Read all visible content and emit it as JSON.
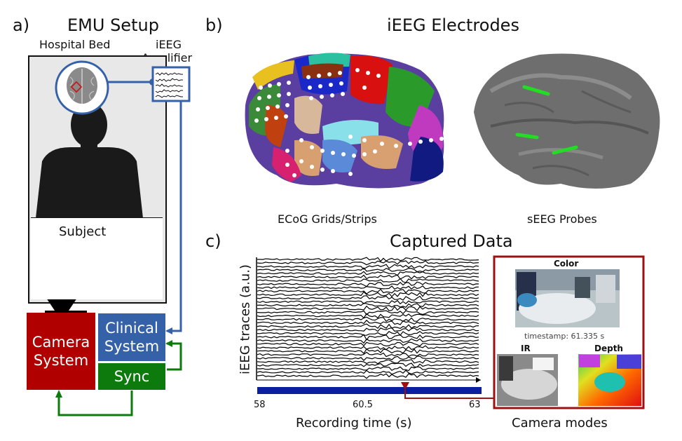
{
  "panel_a": {
    "label": "a)",
    "title": "EMU Setup",
    "bed_label": "Hospital Bed",
    "amp_label_1": "iEEG",
    "amp_label_2": "Amplifier",
    "subject_label": "Subject",
    "camera_label_1": "Camera",
    "camera_label_2": "System",
    "clinical_label_1": "Clinical",
    "clinical_label_2": "System",
    "sync_label": "Sync"
  },
  "panel_b": {
    "label": "b)",
    "title": "iEEG Electrodes",
    "ecog_caption": "ECoG Grids/Strips",
    "seeg_caption": "sEEG Probes"
  },
  "panel_c": {
    "label": "c)",
    "title": "Captured Data",
    "ylabel": "iEEG traces (a.u.)",
    "xlabel": "Recording time (s)",
    "ticks": [
      "58",
      "60.5",
      "63"
    ],
    "camera": {
      "color_label": "Color",
      "timestamp": "timestamp: 61.335 s",
      "ir_label": "IR",
      "depth_label": "Depth",
      "caption": "Camera modes"
    }
  },
  "colors": {
    "camera_red": "#b00000",
    "clinical_blue": "#3461a8",
    "sync_green": "#0c7a0c",
    "timeline_blue": "#0a1ea0",
    "frame_red": "#9e1010"
  }
}
